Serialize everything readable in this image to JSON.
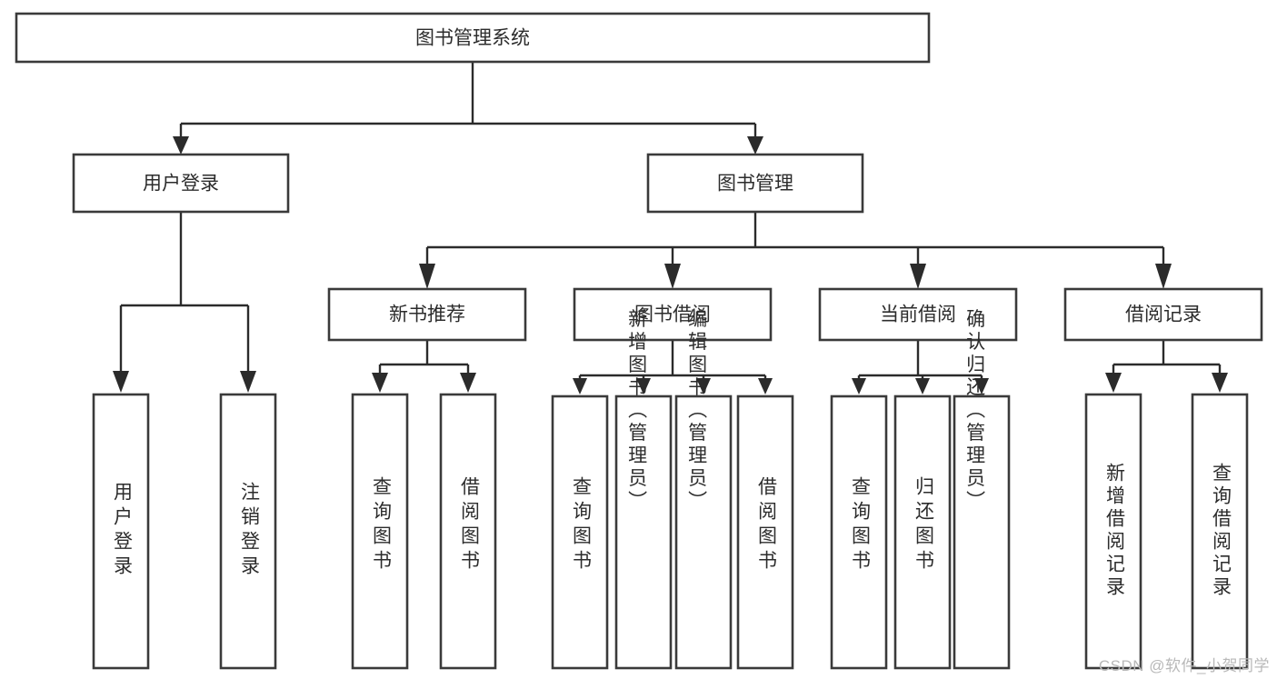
{
  "diagram": {
    "title": "图书管理系统",
    "type": "tree-hierarchy-chart",
    "orientation": "top-down",
    "colors": {
      "box_fill": "#ffffff",
      "box_stroke": "#3a3a3a",
      "connector": "#2b2b2b",
      "text": "#2c2c2c",
      "watermark": "#b9b9b9",
      "background": "#ffffff"
    },
    "root": {
      "id": "root",
      "label": "图书管理系统",
      "orientation": "horizontal"
    },
    "level2": [
      {
        "id": "user-login",
        "label": "用户登录",
        "orientation": "horizontal"
      },
      {
        "id": "book-management",
        "label": "图书管理",
        "orientation": "horizontal"
      }
    ],
    "level3": [
      {
        "id": "new-book-recommend",
        "label": "新书推荐",
        "orientation": "horizontal",
        "parent": "book-management"
      },
      {
        "id": "book-borrow",
        "label": "图书借阅",
        "orientation": "horizontal",
        "parent": "book-management"
      },
      {
        "id": "current-borrow",
        "label": "当前借阅",
        "orientation": "horizontal",
        "parent": "book-management"
      },
      {
        "id": "borrow-record",
        "label": "借阅记录",
        "orientation": "horizontal",
        "parent": "book-management"
      }
    ],
    "leaves": [
      {
        "id": "leaf-user-login",
        "label": "用户登录",
        "orientation": "vertical",
        "parent": "user-login"
      },
      {
        "id": "leaf-logout-login",
        "label": "注销登录",
        "orientation": "vertical",
        "parent": "user-login"
      },
      {
        "id": "leaf-query-book-1",
        "label": "查询图书",
        "orientation": "vertical",
        "parent": "new-book-recommend"
      },
      {
        "id": "leaf-borrow-book-1",
        "label": "借阅图书",
        "orientation": "vertical",
        "parent": "new-book-recommend"
      },
      {
        "id": "leaf-query-book-2",
        "label": "查询图书",
        "orientation": "vertical",
        "parent": "book-borrow"
      },
      {
        "id": "leaf-add-book",
        "label": "新增图书（管理员）",
        "orientation": "vertical",
        "parent": "book-borrow"
      },
      {
        "id": "leaf-edit-book",
        "label": "编辑图书（管理员）",
        "orientation": "vertical",
        "parent": "book-borrow"
      },
      {
        "id": "leaf-borrow-book-2",
        "label": "借阅图书",
        "orientation": "vertical",
        "parent": "book-borrow"
      },
      {
        "id": "leaf-query-book-3",
        "label": "查询图书",
        "orientation": "vertical",
        "parent": "current-borrow"
      },
      {
        "id": "leaf-return-book",
        "label": "归还图书",
        "orientation": "vertical",
        "parent": "current-borrow"
      },
      {
        "id": "leaf-confirm-return",
        "label": "确认归还（管理员）",
        "orientation": "vertical",
        "parent": "current-borrow"
      },
      {
        "id": "leaf-add-record",
        "label": "新增借阅记录",
        "orientation": "vertical",
        "parent": "borrow-record"
      },
      {
        "id": "leaf-query-record",
        "label": "查询借阅记录",
        "orientation": "vertical",
        "parent": "borrow-record"
      }
    ]
  },
  "watermark": {
    "text": "CSDN @软件_小贺同学"
  }
}
